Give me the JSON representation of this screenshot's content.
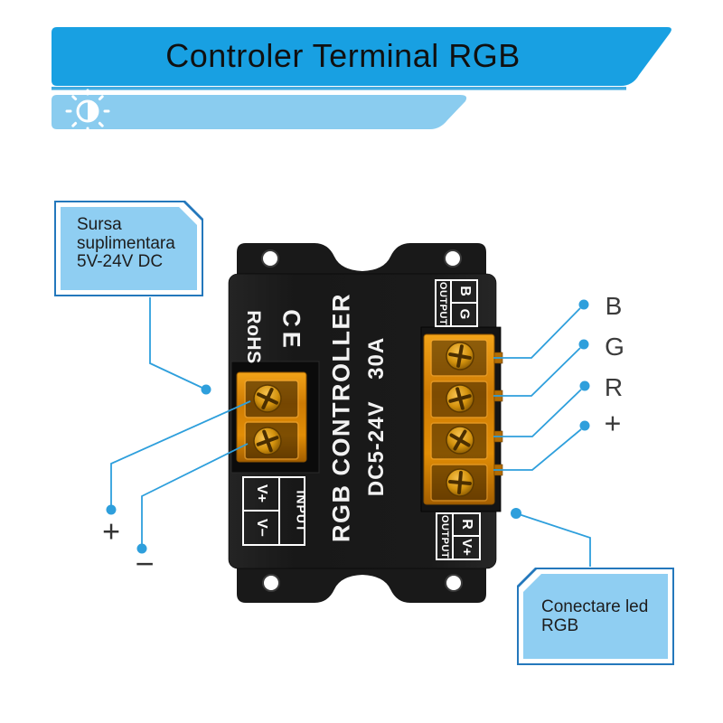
{
  "header": {
    "title": "Controler Terminal RGB"
  },
  "device": {
    "certifications": {
      "rohs": "RoHS",
      "ce": "CE"
    },
    "name": "RGB CONTROLLER",
    "spec": "DC5-24V 30A",
    "input_label": {
      "title": "INPUT",
      "cell_top": "V+",
      "cell_bottom": "V−"
    },
    "output_label_top": {
      "title": "OUTPUT",
      "cell_top": "B",
      "cell_bottom": "G"
    },
    "output_label_bottom": {
      "title": "OUTPUT",
      "cell_top": "R",
      "cell_bottom": "V+"
    }
  },
  "annotations": {
    "power_box": {
      "line1": "Sursa",
      "line2": "suplimentara",
      "line3": "5V-24V DC"
    },
    "led_box": {
      "line1": "Conectare led",
      "line2": "RGB"
    },
    "wires": {
      "b": "B",
      "g": "G",
      "r": "R",
      "plus": "+"
    },
    "input_plus": "+",
    "input_minus": "−"
  },
  "icons": {
    "brightness": "brightness-sun-icon"
  },
  "colors": {
    "banner_blue": "#18A0E2",
    "banner_light_blue": "#8ACCEF",
    "separator_line": "#41ABE1",
    "annotation_line": "#2E9FDC",
    "callout_border": "#2478BC",
    "callout_fill": "#8FCEF2",
    "device_black": "#1B1B1B",
    "terminal_orange": "#E08D0C"
  }
}
